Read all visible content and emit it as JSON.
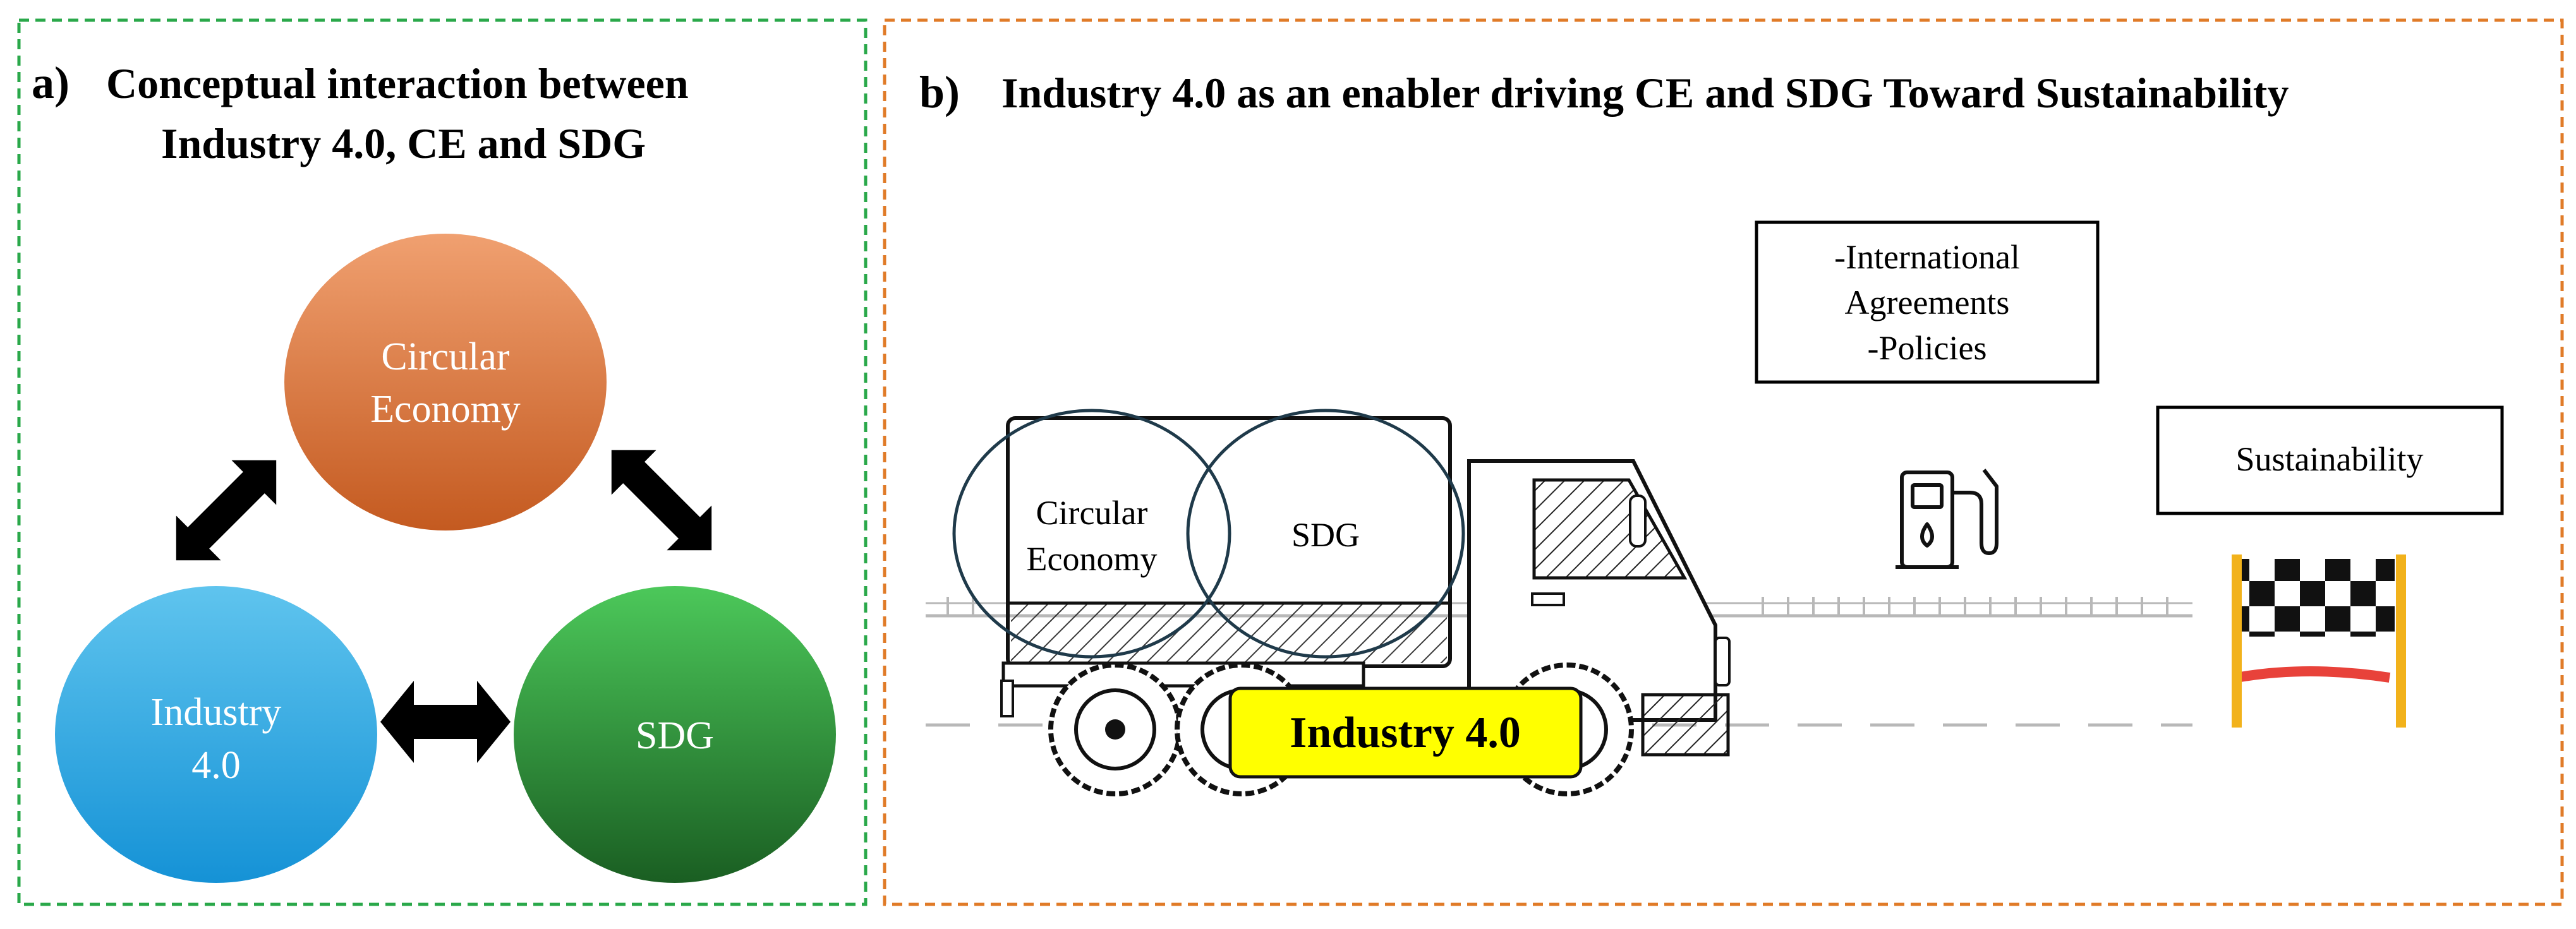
{
  "panel_a": {
    "border_color": "#2aa84a",
    "heading_letter": "a)",
    "heading_line1": "Conceptual interaction between",
    "heading_line2": "Industry 4.0, CE and SDG",
    "circles": {
      "circular_economy": {
        "line1": "Circular",
        "line2": "Economy",
        "color_top": "#f0a070",
        "color_bottom": "#c45a20"
      },
      "industry": {
        "line1": "Industry",
        "line2": "4.0",
        "color_top": "#5fc4ee",
        "color_bottom": "#1592d6"
      },
      "sdg": {
        "label": "SDG",
        "color_top": "#4cc85a",
        "color_bottom": "#1a5e22"
      }
    }
  },
  "panel_b": {
    "border_color": "#e07b28",
    "heading_letter": "b)",
    "heading_text": "Industry 4.0 as an enabler driving CE and SDG Toward Sustainability",
    "policy_box": {
      "line1": "-International",
      "line2": "Agreements",
      "line3": "-Policies"
    },
    "goal_box": {
      "label": "Sustainability"
    },
    "truck": {
      "ce_line1": "Circular",
      "ce_line2": "Economy",
      "sdg_label": "SDG",
      "engine_label": "Industry 4.0",
      "engine_color": "#ffff00"
    },
    "icons": [
      "fuel-pump-icon",
      "finish-flag-icon"
    ]
  }
}
